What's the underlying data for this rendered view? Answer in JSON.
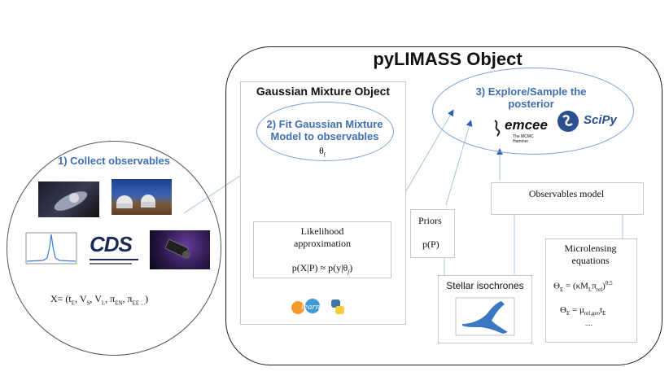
{
  "pylimass": {
    "title": "pyLIMASS Object"
  },
  "collect": {
    "title": "1) Collect observables",
    "formula": "X= (tE, VS, VL, πEN, πEE ...)"
  },
  "gmo": {
    "title": "Gaussian Mixture Object",
    "fit_line1": "2) Fit Gaussian Mixture",
    "fit_line2": "Model to observables",
    "theta": "θf",
    "likelihood_line1": "Likelihood",
    "likelihood_line2": "approximation",
    "likelihood_formula": "p(X|P) ≈ p(y|θf)",
    "sklearn": "learn"
  },
  "explore": {
    "line1": "3) Explore/Sample the",
    "line2": "posterior",
    "emcee": "emcee",
    "emcee_sub": "The MCMC Hammer",
    "scipy": "SciPy"
  },
  "priors": {
    "label": "Priors",
    "formula": "p(P)"
  },
  "obs_model": {
    "label": "Observables model"
  },
  "isochrones": {
    "label": "Stellar isochrones"
  },
  "microlensing": {
    "line1": "Microlensing",
    "line2": "equations",
    "eq1": "ΘE = (κMLπrel)0.5",
    "eq2": "ΘE = μrel,geotE",
    "dots": "...."
  },
  "logos": {
    "cds": "CDS"
  },
  "colors": {
    "accent": "#3f6fb0",
    "arrow": "#2f63b0",
    "border": "#c8c8c8"
  }
}
